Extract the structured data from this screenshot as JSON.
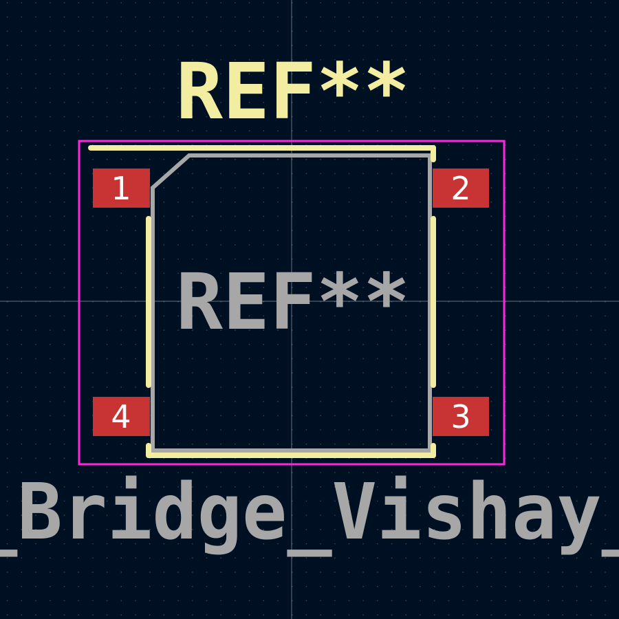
{
  "footprint": {
    "reference_top": "REF**",
    "reference_fab": "REF**",
    "value_text": "_Bridge_Vishay_"
  },
  "pads": [
    {
      "number": "1"
    },
    {
      "number": "2"
    },
    {
      "number": "3"
    },
    {
      "number": "4"
    }
  ],
  "colors": {
    "background": "#001023",
    "grid_dot": "#3b4a5e",
    "silkscreen": "#f2eda1",
    "fabrication": "#a7a7a7",
    "courtyard": "#ff26e2",
    "pad": "#c83434",
    "pad_text": "#ffffff",
    "crosshair": "#b8c4d0"
  }
}
